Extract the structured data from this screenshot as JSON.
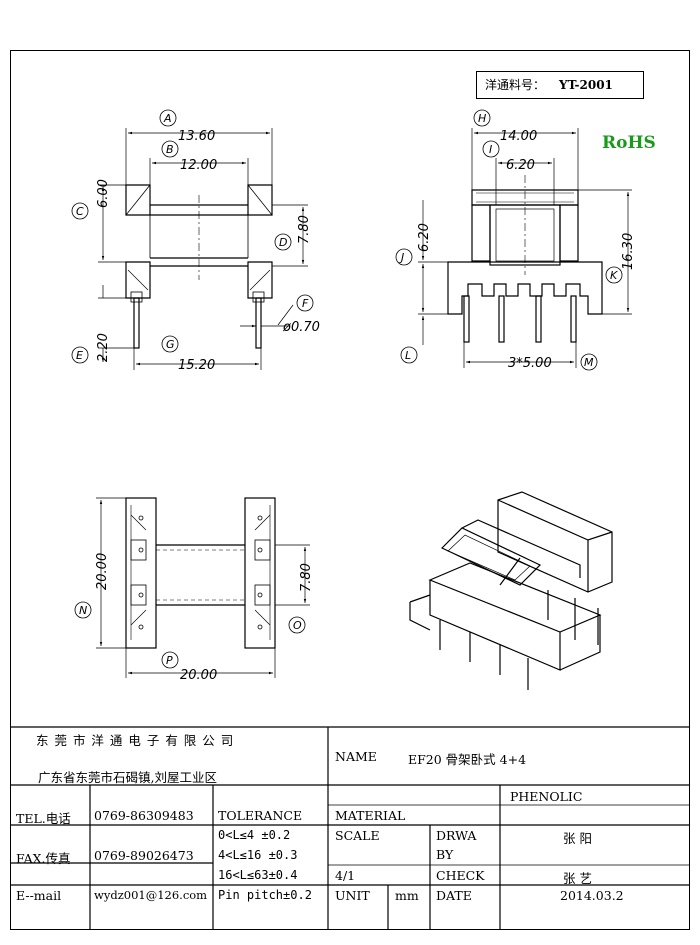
{
  "part_no": {
    "label": "洋通料号：",
    "value": "YT-2001"
  },
  "rohs": "RoHS",
  "views": {
    "front": {
      "dims": {
        "a": "13.60",
        "b": "12.00",
        "c": "6.00",
        "d": "7.80",
        "e": "2.20",
        "f": "ø0.70",
        "g": "15.20"
      },
      "labels": {
        "a": "A",
        "b": "B",
        "c": "C",
        "d": "D",
        "e": "E",
        "f": "F",
        "g": "G"
      }
    },
    "side": {
      "dims": {
        "h": "14.00",
        "i": "6.20",
        "j": "6.20",
        "k": "16.30",
        "m": "3*5.00"
      },
      "labels": {
        "h": "H",
        "i": "I",
        "j": "J",
        "k": "K",
        "l": "L",
        "m": "M"
      }
    },
    "top": {
      "dims": {
        "n": "20.00",
        "o": "7.80",
        "p": "20.00"
      },
      "labels": {
        "n": "N",
        "o": "O",
        "p": "P"
      }
    }
  },
  "title_block": {
    "company": "东 莞 市 洋 通 电 子 有 限 公 司",
    "address": "广东省东莞市石碣镇,刘屋工业区",
    "name_label": "NAME",
    "name_value": "EF20 骨架卧式 4+4",
    "tel_label": "TEL.电话",
    "tel_value": "0769-86309483",
    "fax_label": "FAX.传真",
    "fax_value": "0769-89026473",
    "email_label": "E--mail",
    "email_value": "wydz001@126.com",
    "tolerance_label": "TOLERANCE",
    "tolerance_rows": [
      "0<L≤4   ±0.2",
      "4<L≤16  ±0.3",
      "16<L≤63±0.4",
      "Pin pitch±0.2"
    ],
    "material_label": "MATERIAL",
    "material_value": "PHENOLIC",
    "scale_label": "SCALE",
    "scale_value": "4/1",
    "drawn_label": "DRWA\nBY",
    "drawn_label_1": "DRWA",
    "drawn_label_2": "BY",
    "drawn_value": "张 阳",
    "check_label": "CHECK",
    "check_value": "张 艺",
    "unit_label": "UNIT",
    "unit_value": "mm",
    "date_label": "DATE",
    "date_value": "2014.03.2"
  }
}
